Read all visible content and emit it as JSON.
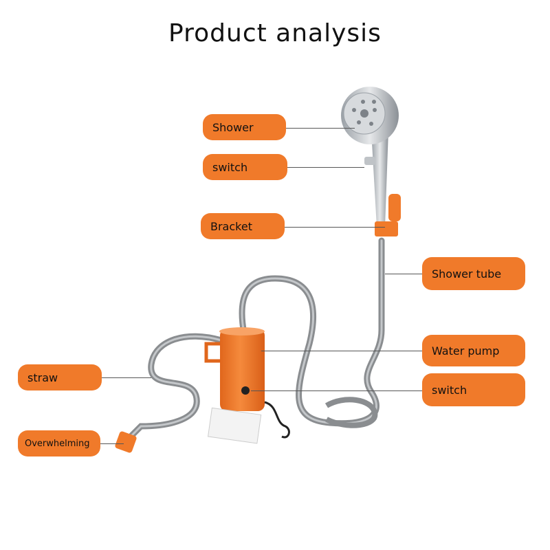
{
  "title": "Product analysis",
  "labels": {
    "shower": "Shower",
    "switch_top": "switch",
    "bracket": "Bracket",
    "shower_tube": "Shower tube",
    "water_pump": "Water pump",
    "switch_pump": "switch",
    "straw": "straw",
    "overwhelming": "Overwhelming"
  },
  "colors": {
    "label_bg": "#f07a2a",
    "pump": "#f07a2a",
    "hose": "#8a8d90"
  }
}
